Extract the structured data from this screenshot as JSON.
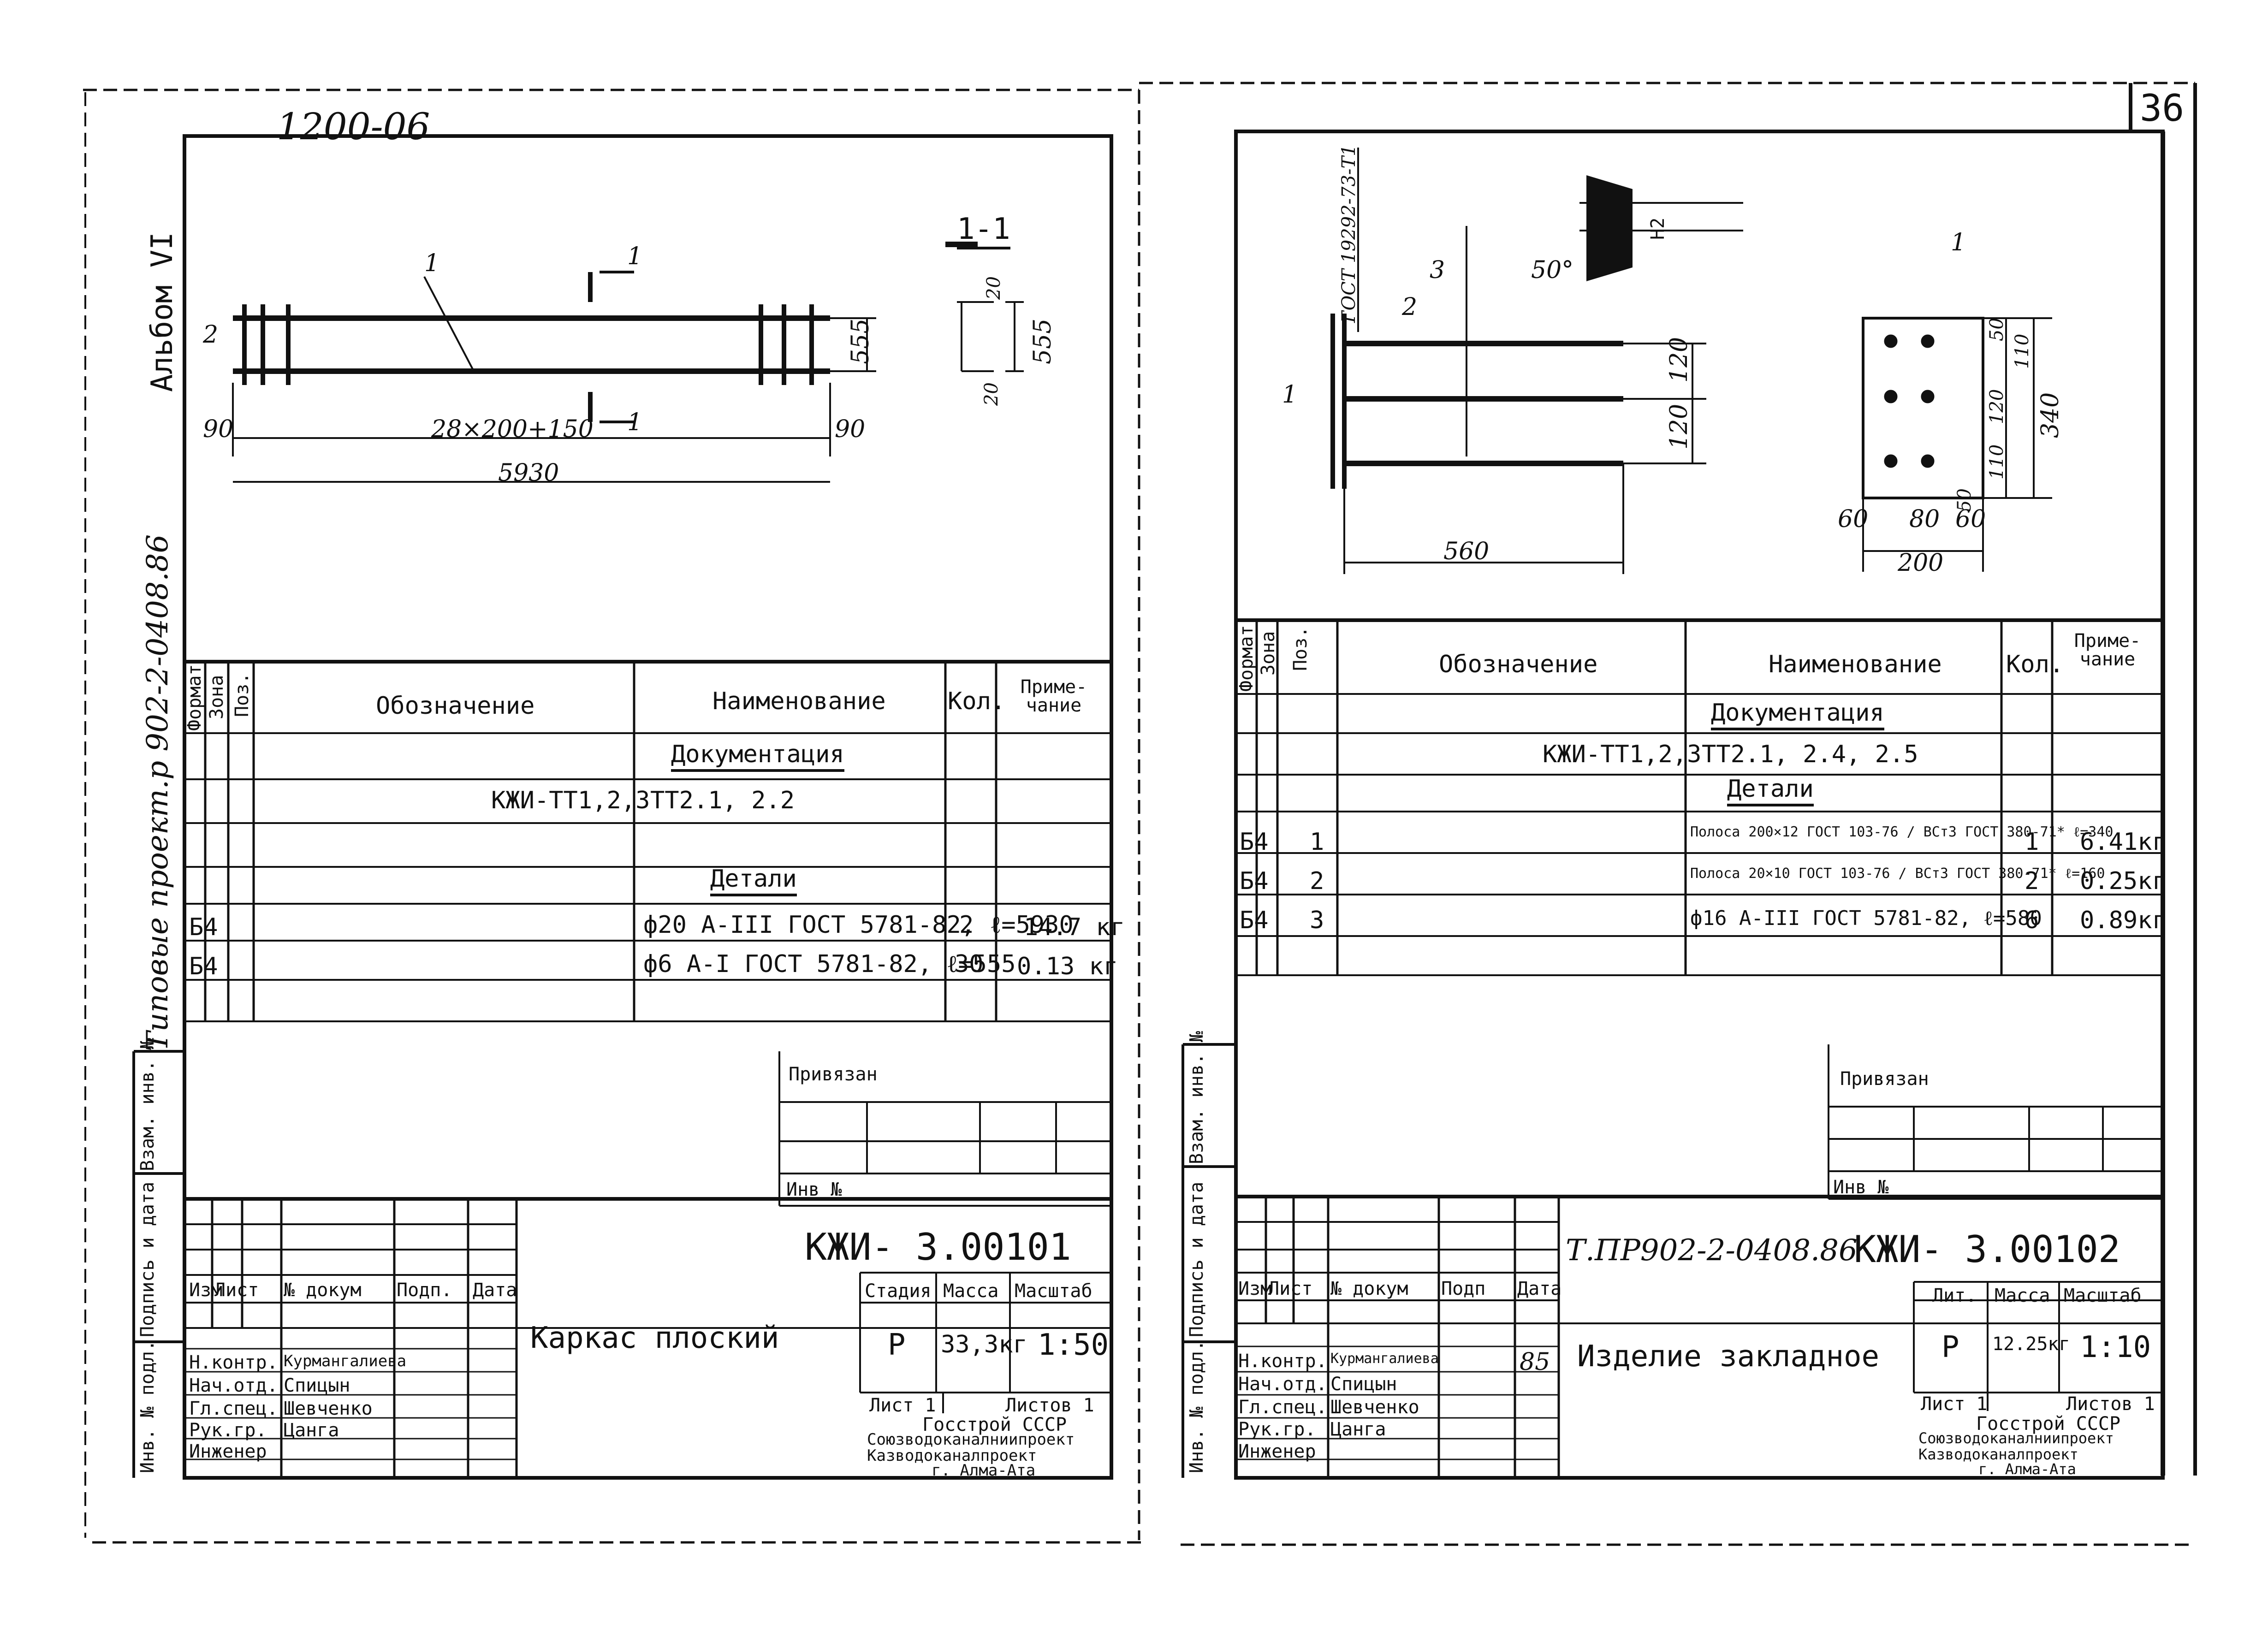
{
  "left": {
    "header_code": "1200-06",
    "album": "Альбом VI",
    "project": "Типовые проект.р 902-2-0408.86",
    "section_label": "1-1",
    "drawing": {
      "pos1": "1",
      "pos2": "2",
      "cut1": "1",
      "cut2": "1",
      "dim_spacing": "28×200+150",
      "dim_total": "5930",
      "dim_left": "90",
      "dim_right": "90",
      "dim_height": "555",
      "sec_dim_top": "20",
      "sec_dim_bottom": "20",
      "sec_dim_height": "555"
    },
    "spec": {
      "headers": [
        "Формат",
        "Зона",
        "Поз.",
        "Обозначение",
        "Наименование",
        "Кол.",
        "Приме-чание"
      ],
      "doc_section": "Документация",
      "doc_row": {
        "designation": "КЖИ-ТТ1,2,3",
        "name": "ТТ2.1, 2.2"
      },
      "parts_section": "Детали",
      "rows": [
        {
          "format": "Б4",
          "name": "ф20 А-III ГОСТ 5781-82, ℓ=5930",
          "qty": "2",
          "note": "14.7 кг"
        },
        {
          "format": "Б4",
          "name": "ф6 А-I ГОСТ 5781-82, ℓ=555",
          "qty": "30",
          "note": "0.13 кг"
        }
      ]
    },
    "side_labels": [
      "Взам. инв. №",
      "Подпись и дата",
      "Инв. № подл."
    ],
    "stamp": {
      "privyazan": "Привязан",
      "inv": "Инв №",
      "code": "КЖИ- 3.00101",
      "cols": [
        "Изм",
        "Лист",
        "№ докум",
        "Подп.",
        "Дата"
      ],
      "roles": [
        "Н.контр.",
        "Нач.отд.",
        "Гл.спец.",
        "Рук.гр.",
        "Инженер"
      ],
      "names": [
        "Курмангалиева",
        "Спицын",
        "Шевченко",
        "Цанга",
        ""
      ],
      "title": "Каркас плоский",
      "stage_head": "Стадия",
      "mass_head": "Масса",
      "scale_head": "Масштаб",
      "stage": "Р",
      "mass": "33,3кг",
      "scale": "1:50",
      "sheet": "Лист 1",
      "sheets": "Листов 1",
      "org": [
        "Госстрой СССР",
        "Союзводоканалниипроект",
        "Казводоканалпроект",
        "г. Алма-Ата"
      ]
    }
  },
  "right": {
    "page_no": "36",
    "drawing": {
      "gost": "ГОСТ 19292-73-Т1",
      "pos1": "1",
      "pos2": "2",
      "pos3": "3",
      "pos_plate": "1",
      "angle": "50°",
      "weld": "Н2",
      "dim_120a": "120",
      "dim_120b": "120",
      "dim_560": "560",
      "plate_dims": [
        "50",
        "110",
        "120",
        "110",
        "50"
      ],
      "plate_total": "340",
      "plate_bottom": [
        "60",
        "80",
        "60"
      ],
      "plate_width": "200"
    },
    "spec": {
      "headers": [
        "Формат",
        "Зона",
        "Поз.",
        "Обозначение",
        "Наименование",
        "Кол.",
        "Приме-чание"
      ],
      "doc_section": "Документация",
      "doc_row": {
        "designation": "КЖИ-ТТ1,2,3",
        "name": "ТТ2.1, 2.4, 2.5"
      },
      "parts_section": "Детали",
      "rows": [
        {
          "format": "Б4",
          "pos": "1",
          "name": "Полоса 200×12 ГОСТ 103-76 / ВСт3 ГОСТ 380-71* ℓ=340",
          "qty": "1",
          "note": "6.41кг"
        },
        {
          "format": "Б4",
          "pos": "2",
          "name": "Полоса 20×10 ГОСТ 103-76 / ВСт3 ГОСТ 380-71* ℓ=160",
          "qty": "2",
          "note": "0.25кг"
        },
        {
          "format": "Б4",
          "pos": "3",
          "name": "ф16 А-III ГОСТ 5781-82, ℓ=580",
          "qty": "6",
          "note": "0.89кг"
        }
      ]
    },
    "side_labels": [
      "Взам. инв. №",
      "Подпись и дата",
      "Инв. № подл."
    ],
    "stamp": {
      "privyazan": "Привязан",
      "inv": "Инв №",
      "project": "Т.ПР902-2-0408.86",
      "code": "КЖИ- 3.00102",
      "cols": [
        "Изм",
        "Лист",
        "№ докум",
        "Подп",
        "Дата"
      ],
      "roles": [
        "Н.контр.",
        "Нач.отд.",
        "Гл.спец.",
        "Рук.гр.",
        "Инженер"
      ],
      "names": [
        "Курмангалиева",
        "Спицын",
        "Шевченко",
        "Цанга",
        ""
      ],
      "date": "85",
      "title": "Изделие закладное",
      "stage_head": "Лит.",
      "mass_head": "Масса",
      "scale_head": "Масштаб",
      "stage": "Р",
      "mass": "12.25кг",
      "scale": "1:10",
      "sheet": "Лист 1",
      "sheets": "Листов 1",
      "org": [
        "Госстрой СССР",
        "Союзводоканалниипроект",
        "Казводоканалпроект",
        "г. Алма-Ата"
      ]
    }
  }
}
